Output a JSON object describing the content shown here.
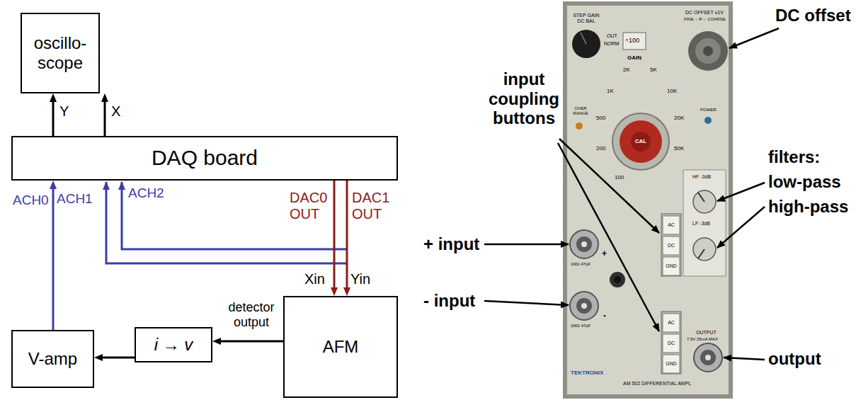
{
  "diagram": {
    "nodes": [
      {
        "text": [
          "oscillo- scope"
        ]
      },
      {
        "text": [
          "DAQ board"
        ]
      },
      {
        "text": [
          "V-amp"
        ]
      },
      {
        "text": [
          "i → v"
        ]
      },
      {
        "text": [
          "AFM"
        ]
      }
    ],
    "edges": [
      {
        "from": 1,
        "to": 0,
        "arrow": "to",
        "label": "Y"
      },
      {
        "from": 1,
        "to": 0,
        "arrow": "to",
        "label": "X"
      },
      {
        "from": 2,
        "to": 1,
        "arrow": "to",
        "label": "ACH0"
      },
      {
        "from": 1,
        "to": 4,
        "arrow": "to",
        "label": "DAC0 OUT"
      },
      {
        "from": 1,
        "to": 4,
        "arrow": "to",
        "label": "DAC1 OUT"
      },
      {
        "from": 4,
        "to": 3,
        "arrow": "to",
        "label": "detector output"
      },
      {
        "from": 3,
        "to": 2,
        "arrow": "to"
      }
    ],
    "labels": [
      "ACH1",
      "ACH2",
      "Xin",
      "Yin",
      "DC offset",
      "input coupling buttons",
      "+ input",
      "- input",
      "filters:",
      "low-pass",
      "high-pass",
      "output",
      "STEP GAIN DC BAL",
      "OUT",
      "NORM",
      "÷100",
      "GAIN",
      "2K",
      "5K",
      "1K",
      "10K",
      "500",
      "20K",
      "200",
      "50K",
      "100",
      "CAL",
      "OVER RANGE",
      "POWER",
      "DC OFFSET ±1V",
      "FINE ←R→ COARSE",
      "HF -3dB",
      "LF -3dB",
      "AC",
      "DC",
      "GND",
      "AC",
      "DC",
      "GND",
      "1MΩ 47pF",
      "1MΩ 47pF",
      "+",
      "-",
      "OUTPUT",
      "7.5V 25mA MAX",
      "TEKTRONIX",
      "AM 502 DIFFERENTIAL AMPL"
    ]
  }
}
